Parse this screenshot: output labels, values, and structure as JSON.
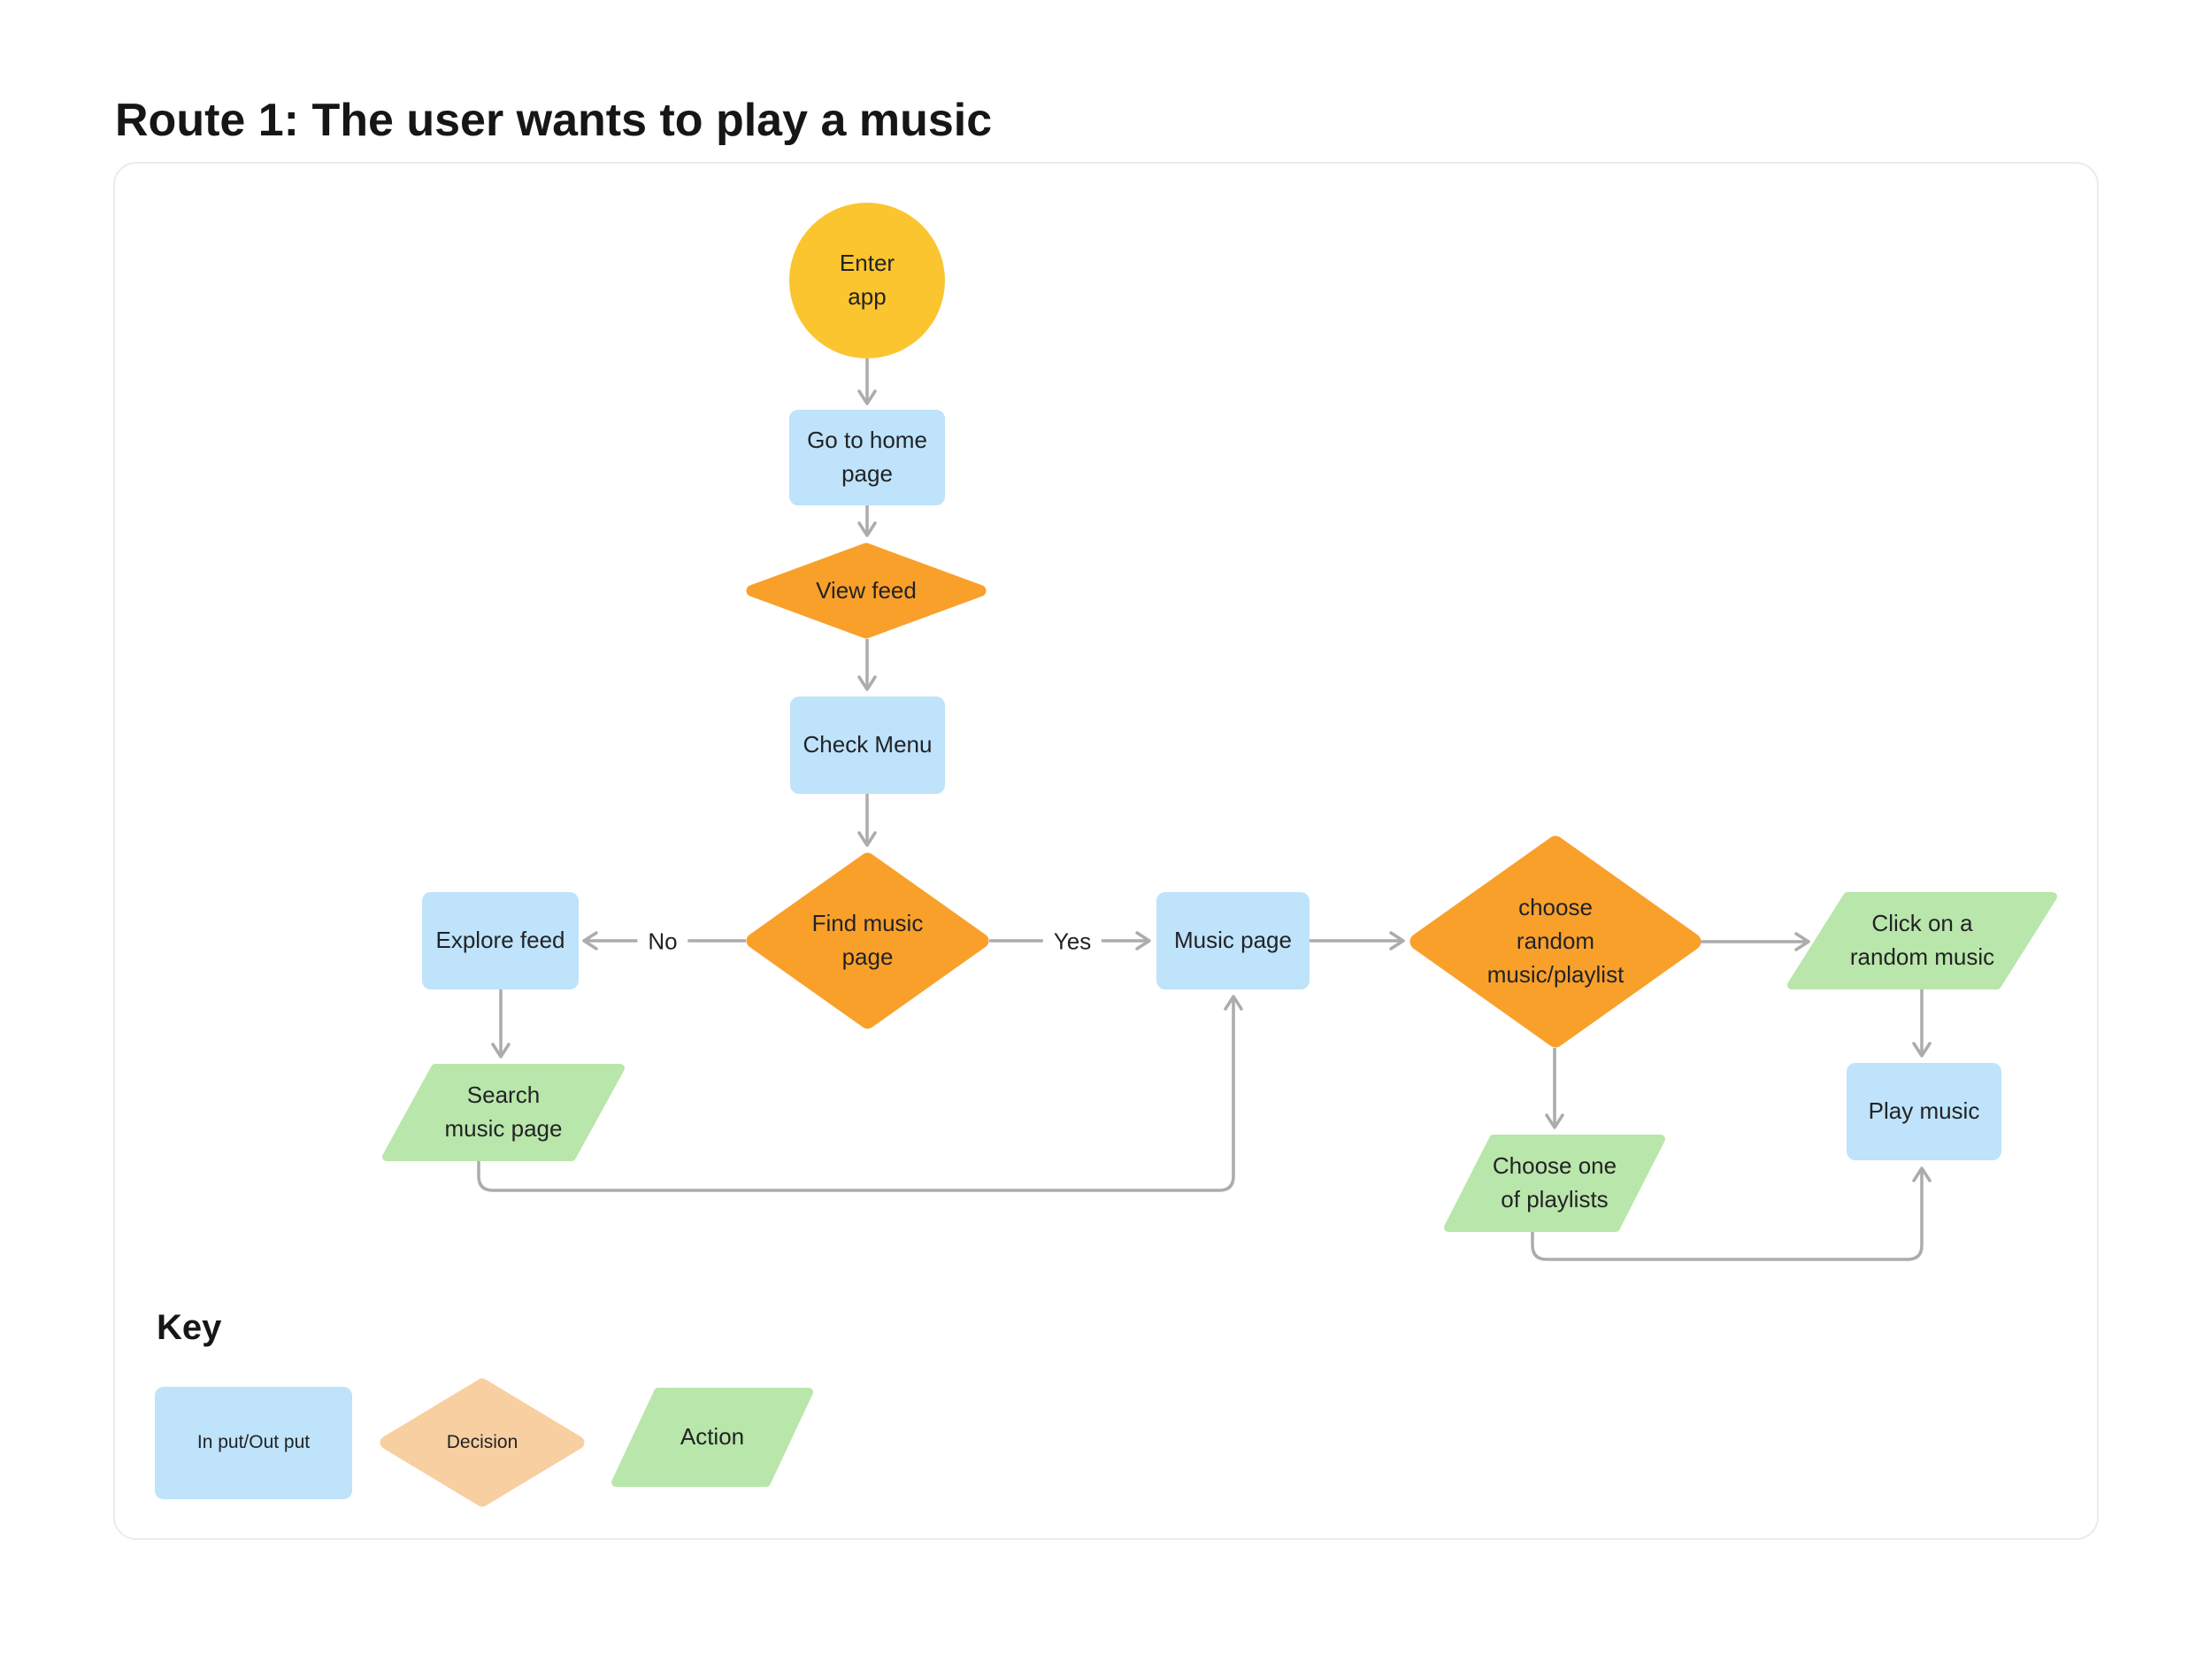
{
  "title": "Route 1: The user wants to play a music",
  "flowchart": {
    "nodes": {
      "enter_app": {
        "label": "Enter\napp",
        "shape": "circle"
      },
      "go_home": {
        "label": "Go to home\npage",
        "shape": "rectangle"
      },
      "view_feed": {
        "label": "View feed",
        "shape": "diamond"
      },
      "check_menu": {
        "label": "Check Menu",
        "shape": "rectangle"
      },
      "find_music_page": {
        "label": "Find music\npage",
        "shape": "diamond"
      },
      "explore_feed": {
        "label": "Explore feed",
        "shape": "rectangle"
      },
      "music_page": {
        "label": "Music page",
        "shape": "rectangle"
      },
      "choose_random": {
        "label": "choose\nrandom\nmusic/playlist",
        "shape": "diamond"
      },
      "search_music_page": {
        "label": "Search\nmusic page",
        "shape": "parallelogram"
      },
      "click_random_music": {
        "label": "Click on a\nrandom music",
        "shape": "parallelogram"
      },
      "choose_playlists": {
        "label": "Choose one\nof playlists",
        "shape": "parallelogram"
      },
      "play_music": {
        "label": "Play music",
        "shape": "rectangle"
      }
    },
    "edge_labels": {
      "no": "No",
      "yes": "Yes"
    }
  },
  "key": {
    "heading": "Key",
    "items": [
      {
        "label": "In put/Out put",
        "shape": "rectangle"
      },
      {
        "label": "Decision",
        "shape": "diamond"
      },
      {
        "label": "Action",
        "shape": "parallelogram"
      }
    ]
  },
  "colors": {
    "start": "#FBC530",
    "input_output": "#BEE3FA",
    "decision": "#F9A02B",
    "decision_key": "#F8CFA0",
    "action": "#B9E6AA",
    "connector": "#ACACAC"
  }
}
